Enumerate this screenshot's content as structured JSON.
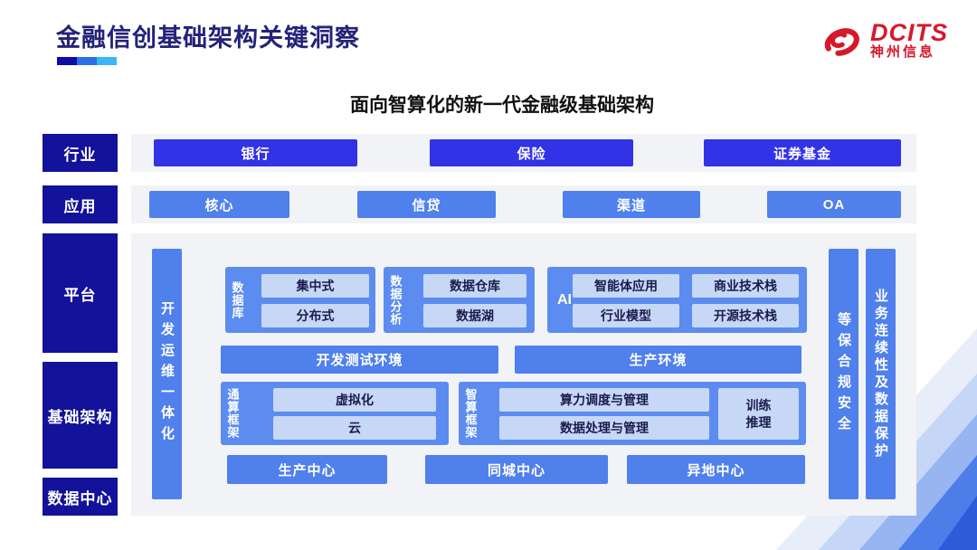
{
  "header": {
    "title": "金融信创基础架构关键洞察",
    "logo_brand": "DCITS",
    "logo_company": "神州信息"
  },
  "diagram": {
    "subtitle": "面向智算化的新一代金融级基础架构",
    "rows": {
      "industry": {
        "label": "行业",
        "items": [
          "银行",
          "保险",
          "证券基金"
        ]
      },
      "application": {
        "label": "应用",
        "items": [
          "核心",
          "信贷",
          "渠道",
          "OA"
        ]
      },
      "platform_label": "平台",
      "infrastructure_label": "基础架构",
      "datacenter_label": "数据中心"
    },
    "platform": {
      "devops_bar": "开发运维一体化",
      "security_bar": "等保合规安全",
      "continuity_bar": "业务连续性及数据保护",
      "database": {
        "label": "数据库",
        "items": [
          "集中式",
          "分布式"
        ]
      },
      "analytics": {
        "label": "数据分析",
        "items": [
          "数据仓库",
          "数据湖"
        ]
      },
      "ai": {
        "label": "AI",
        "items": [
          "智能体应用",
          "商业技术栈",
          "行业模型",
          "开源技术栈"
        ]
      },
      "environments": [
        "开发测试环境",
        "生产环境"
      ],
      "general_framework": {
        "label": "通算框架",
        "items": [
          "虚拟化",
          "云"
        ]
      },
      "ai_framework": {
        "label": "智算框架",
        "items": [
          "算力调度与管理",
          "数据处理与管理"
        ],
        "side_lines": [
          "训练",
          "推理"
        ]
      },
      "centers": [
        "生产中心",
        "同城中心",
        "异地中心"
      ]
    }
  },
  "colors": {
    "title_navy": "#23237A",
    "sidebar_navy": "#12129A",
    "industry_blue": "#3232E6",
    "medium_blue": "#4F80EC",
    "container_blue": "#5C8CEF",
    "light_item_blue": "#C7D8F7",
    "strip_gray": "#F2F3F6",
    "logo_red": "#D7182A",
    "underline_segments": [
      "#0D0DA8",
      "#2E6FE6",
      "#38B7F0"
    ],
    "decoration_blues": [
      "#E7EDF9",
      "#C6D6F6",
      "#96B5F1",
      "#4C7DE9",
      "#2C5CD8"
    ]
  }
}
